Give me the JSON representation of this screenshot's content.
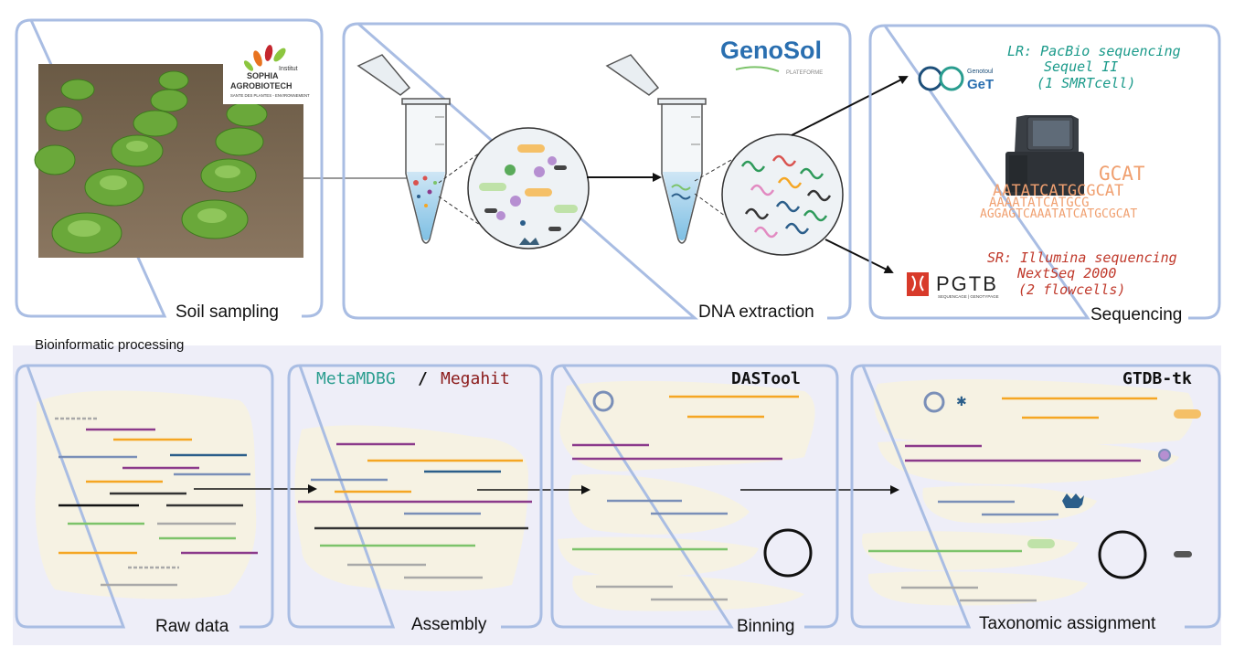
{
  "panels": {
    "soil": {
      "label": "Soil sampling"
    },
    "dna": {
      "label": "DNA extraction"
    },
    "seq": {
      "label": "Sequencing"
    }
  },
  "logos": {
    "inrae": {
      "line1": "Institut",
      "line2": "SOPHIA",
      "line3": "AGROBIOTECH",
      "line4": "SANTE DES PLANTES - ENVIRONNEMENT"
    },
    "genosol": {
      "name": "GenoSol",
      "sub": "PLATEFORME"
    },
    "get": {
      "small": "Genotoul",
      "name": "GeT"
    },
    "pgtb": {
      "name": "PGTB",
      "sub": "SEQUENCAGE | GENOTYPAGE"
    }
  },
  "sequencing": {
    "lr": {
      "line1": "LR: PacBio sequencing",
      "line2": "Sequel II",
      "line3": "(1 SMRTcell)",
      "color": "#1a9a8a"
    },
    "sr": {
      "line1": "SR: Illumina sequencing",
      "line2": "NextSeq 2000",
      "line3": "(2 flowcells)",
      "color": "#c0392b"
    },
    "dna_text": [
      "GCAT",
      "AATATCATGCGCAT",
      "AAAATATCATGCG",
      "AGGAGTCAAATATCATGCGCAT"
    ]
  },
  "bioinformatics": {
    "section_label": "Bioinformatic processing",
    "raw": {
      "label": "Raw data"
    },
    "assembly": {
      "label": "Assembly",
      "tool1": "MetaMDBG",
      "sep": "/",
      "tool2": "Megahit",
      "tool1_color": "#2a9d8f",
      "tool2_color": "#8b1a1a"
    },
    "binning": {
      "label": "Binning",
      "tool": "DASTool"
    },
    "taxo": {
      "label": "Taxonomic assignment",
      "tool": "GTDB-tk"
    }
  },
  "colors": {
    "panel_border": "#a9bde3",
    "section_bg": "#eeeef8",
    "blob": "#f6f2e3",
    "purple": "#8b3a8b",
    "orange": "#f5a623",
    "blue": "#7a8fb8",
    "navy": "#2b5e8a",
    "green": "#7cc36a",
    "gray": "#a9a9a9",
    "black": "#222222"
  }
}
